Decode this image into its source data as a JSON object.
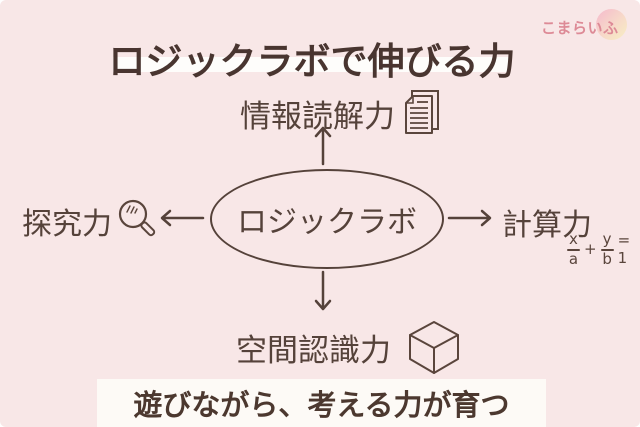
{
  "page": {
    "background": "#f8e7e7",
    "text_brown": "#4c382f",
    "line_brown": "#5a453c",
    "highlight_white": "#fdfaf6"
  },
  "logo": {
    "text": "こまらいふ",
    "color": "#dd8a96"
  },
  "title": {
    "text": "ロジックラボで伸びる力"
  },
  "diagram": {
    "center_label": "ロジックラボ",
    "top": {
      "label": "情報読解力",
      "icon": "documents-icon"
    },
    "left": {
      "label": "探究力",
      "icon": "magnifier-icon"
    },
    "right": {
      "label": "計算力",
      "formula": {
        "num1": "x",
        "den1": "a",
        "op": "+",
        "num2": "y",
        "den2": "b",
        "rhs": "= 1"
      }
    },
    "bottom": {
      "label": "空間認識力",
      "icon": "cube-icon"
    }
  },
  "footer": {
    "text": "遊びながら、考える力が育つ"
  }
}
